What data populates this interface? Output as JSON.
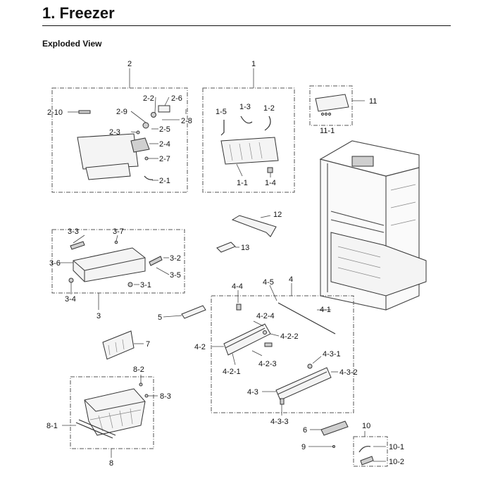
{
  "header": {
    "title": "1. Freezer",
    "subheading": "Exploded View"
  },
  "labels": {
    "l1": "1",
    "l1_1": "1-1",
    "l1_2": "1-2",
    "l1_3": "1-3",
    "l1_4": "1-4",
    "l1_5": "1-5",
    "l2": "2",
    "l2_1": "2-1",
    "l2_2": "2-2",
    "l2_3": "2-3",
    "l2_4": "2-4",
    "l2_5": "2-5",
    "l2_6": "2-6",
    "l2_7": "2-7",
    "l2_8": "2-8",
    "l2_9": "2-9",
    "l2_10": "2-10",
    "l3": "3",
    "l3_1": "3-1",
    "l3_2": "3-2",
    "l3_3": "3-3",
    "l3_4": "3-4",
    "l3_5": "3-5",
    "l3_6": "3-6",
    "l3_7": "3-7",
    "l4": "4",
    "l4_1": "4-1",
    "l4_2": "4-2",
    "l4_2_1": "4-2-1",
    "l4_2_2": "4-2-2",
    "l4_2_3": "4-2-3",
    "l4_2_4": "4-2-4",
    "l4_3": "4-3",
    "l4_3_1": "4-3-1",
    "l4_3_2": "4-3-2",
    "l4_3_3": "4-3-3",
    "l4_4": "4-4",
    "l4_5": "4-5",
    "l5": "5",
    "l6": "6",
    "l7": "7",
    "l8": "8",
    "l8_1": "8-1",
    "l8_2": "8-2",
    "l8_3": "8-3",
    "l9": "9",
    "l10": "10",
    "l10_1": "10-1",
    "l10_2": "10-2",
    "l11": "11",
    "l11_1": "11-1",
    "l12": "12",
    "l13": "13"
  }
}
